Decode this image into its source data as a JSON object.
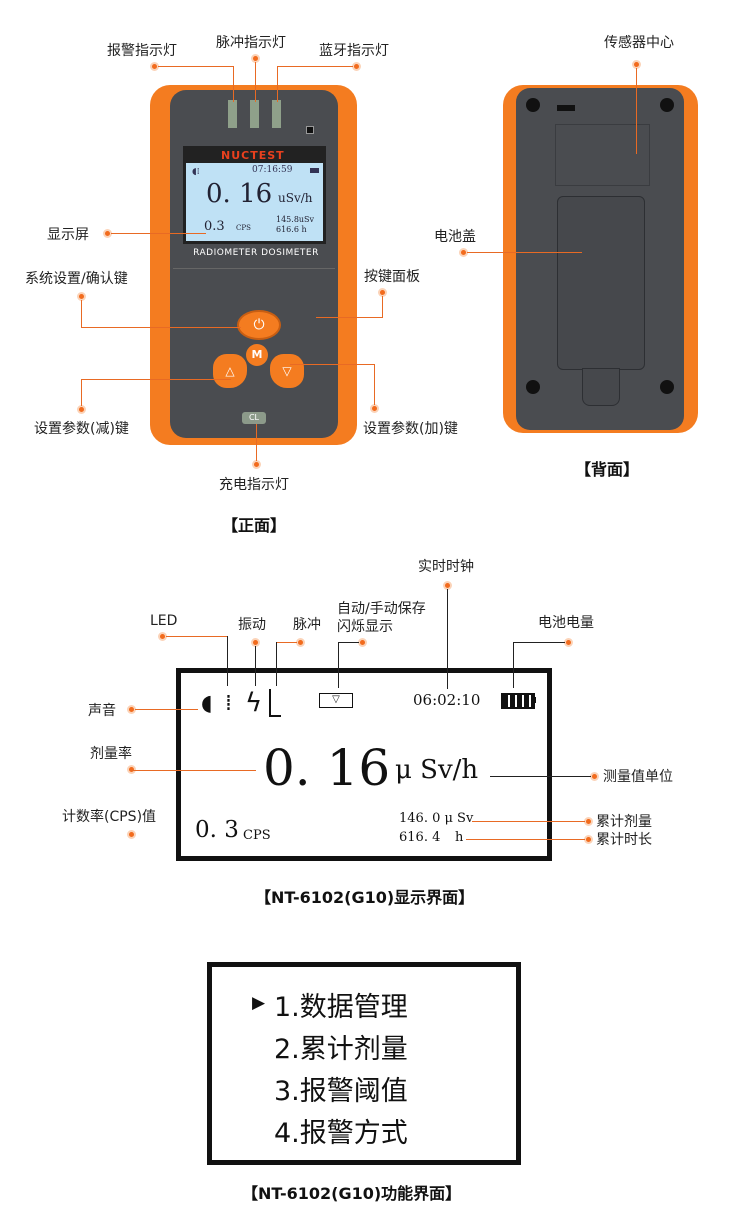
{
  "front": {
    "brand": "NUCTEST",
    "screen_time": "07:16:59",
    "screen_dose": "0. 16",
    "screen_unit": "uSv/h",
    "screen_cps": "0.3",
    "screen_cps_unit": "CPS",
    "screen_total": "145.8uSv",
    "screen_hours": "616.6 h",
    "screen_footer": "RADIOMETER DOSIMETER",
    "key_power": "⏻",
    "key_m": "M",
    "charge_label": "CL",
    "labels": {
      "alarm_led": "报警指示灯",
      "pulse_led": "脉冲指示灯",
      "bluetooth_led": "蓝牙指示灯",
      "display": "显示屏",
      "system_key": "系统设置/确认键",
      "keypad": "按键面板",
      "minus_key": "设置参数(减)键",
      "plus_key": "设置参数(加)键",
      "charge_led": "充电指示灯"
    },
    "caption": "【正面】"
  },
  "back": {
    "labels": {
      "sensor": "传感器中心",
      "battery_cover": "电池盖"
    },
    "caption": "【背面】"
  },
  "display_ui": {
    "labels": {
      "clock": "实时时钟",
      "led": "LED",
      "vibrate": "振动",
      "pulse": "脉冲",
      "save_line1": "自动/手动保存",
      "save_line2": "闪烁显示",
      "battery": "电池电量",
      "sound": "声音",
      "dose_rate": "剂量率",
      "unit": "测量值单位",
      "cps": "计数率(CPS)值",
      "total_dose": "累计剂量",
      "total_time": "累计时长"
    },
    "time": "06:02:10",
    "dose": "0. 16",
    "unit": "μ Sv/h",
    "cps": "0. 3",
    "cps_unit": "CPS",
    "total": "146. 0 μ Sv",
    "hours": "616. 4",
    "hours_unit": "h",
    "caption": "【NT-6102(G10)显示界面】"
  },
  "menu": {
    "items": [
      "1.数据管理",
      "2.累计剂量",
      "3.报警阈值",
      "4.报警方式"
    ],
    "cursor": "▶",
    "caption": "【NT-6102(G10)功能界面】"
  }
}
